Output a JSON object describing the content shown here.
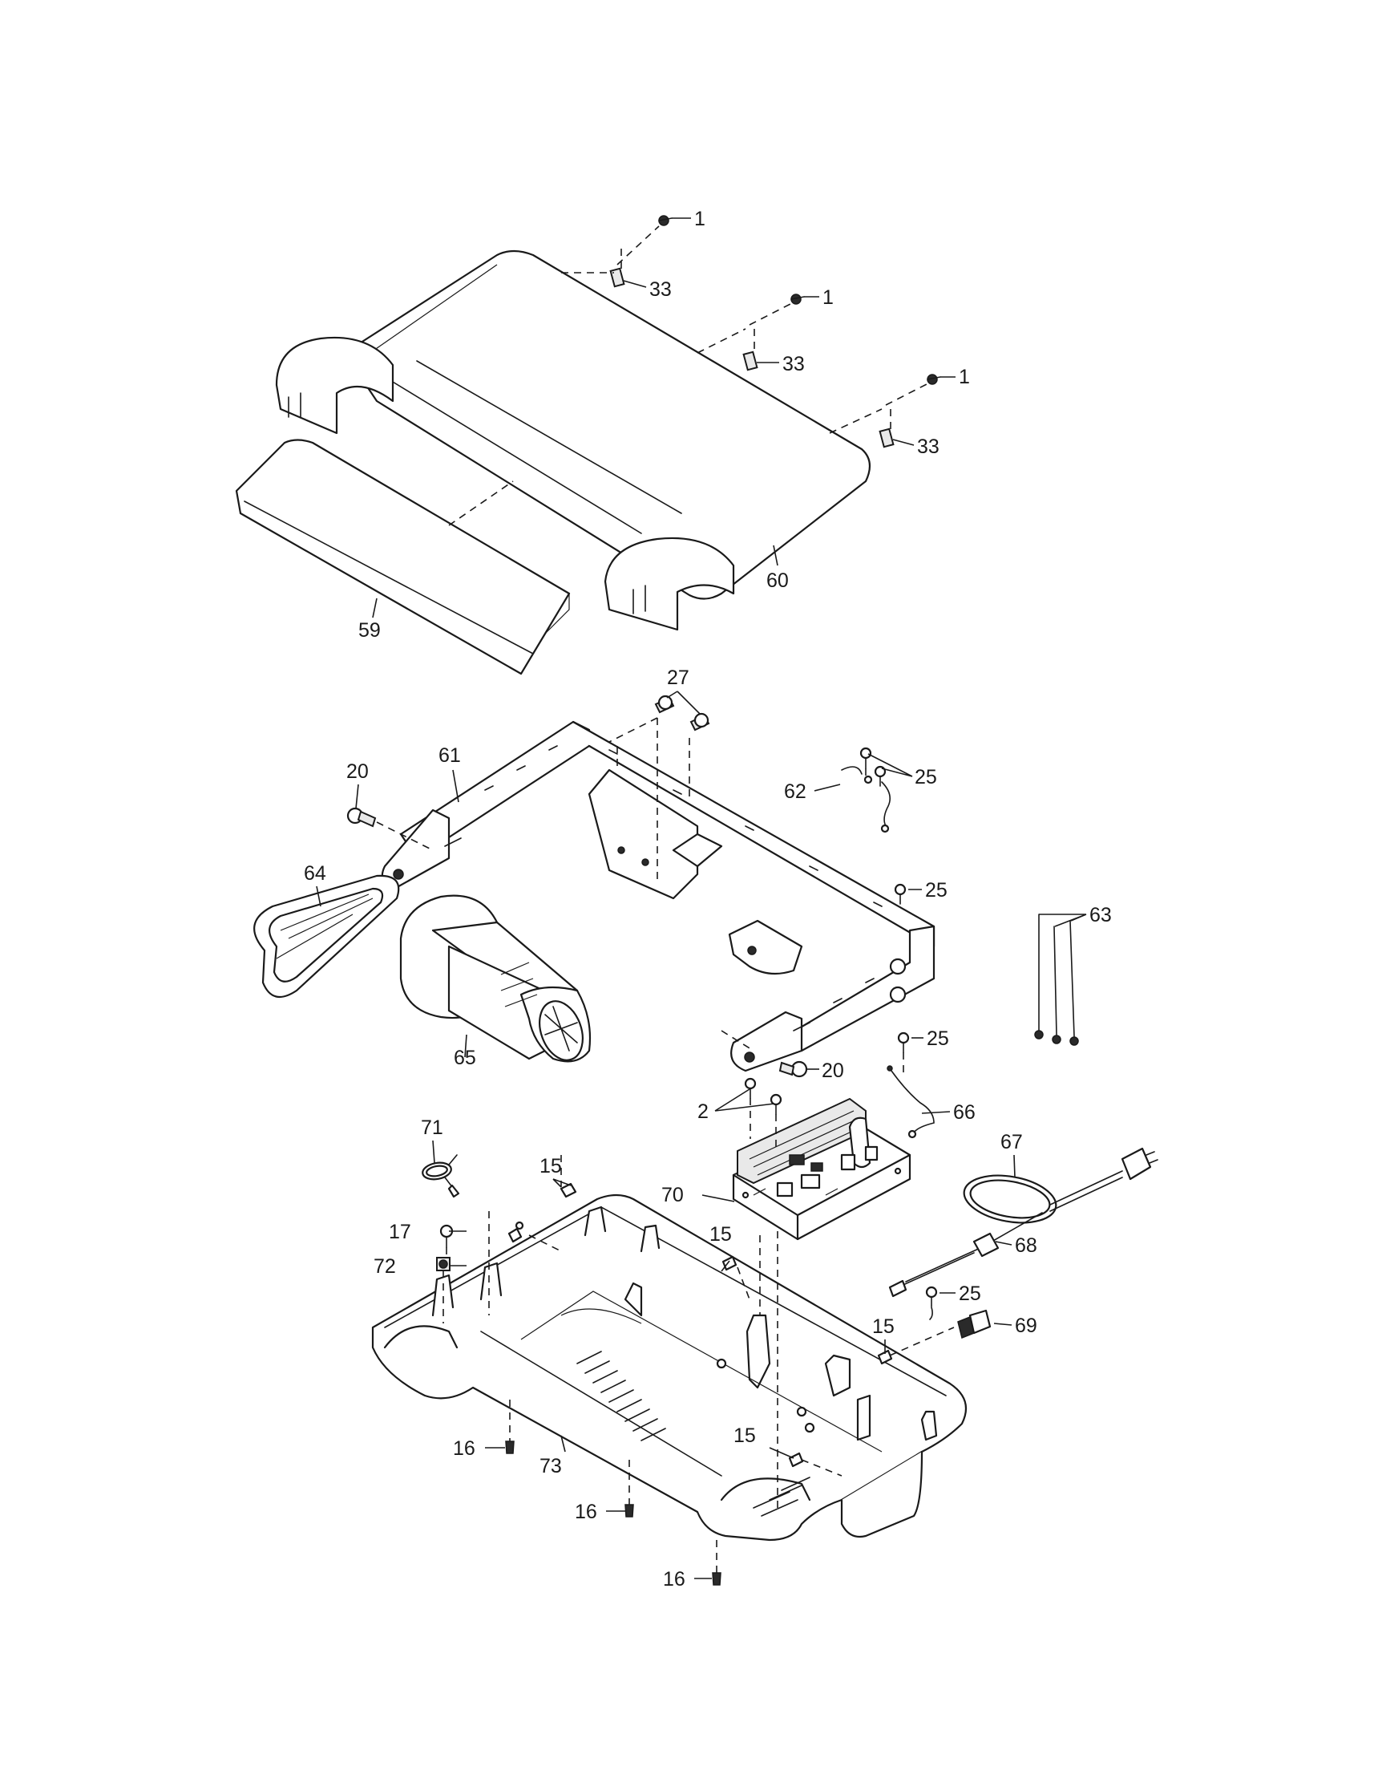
{
  "callouts": {
    "c1a": "1",
    "c1b": "1",
    "c1c": "1",
    "c33a": "33",
    "c33b": "33",
    "c33c": "33",
    "c60": "60",
    "c59": "59",
    "c27": "27",
    "c61": "61",
    "c20a": "20",
    "c20b": "20",
    "c25a": "25",
    "c25b": "25",
    "c25c": "25",
    "c25d": "25",
    "c62": "62",
    "c63": "63",
    "c64": "64",
    "c65": "65",
    "c66": "66",
    "c2": "2",
    "c67": "67",
    "c68": "68",
    "c69": "69",
    "c70": "70",
    "c71": "71",
    "c15a": "15",
    "c15b": "15",
    "c15c": "15",
    "c15d": "15",
    "c17": "17",
    "c72": "72",
    "c73": "73",
    "c16a": "16",
    "c16b": "16",
    "c16c": "16"
  }
}
